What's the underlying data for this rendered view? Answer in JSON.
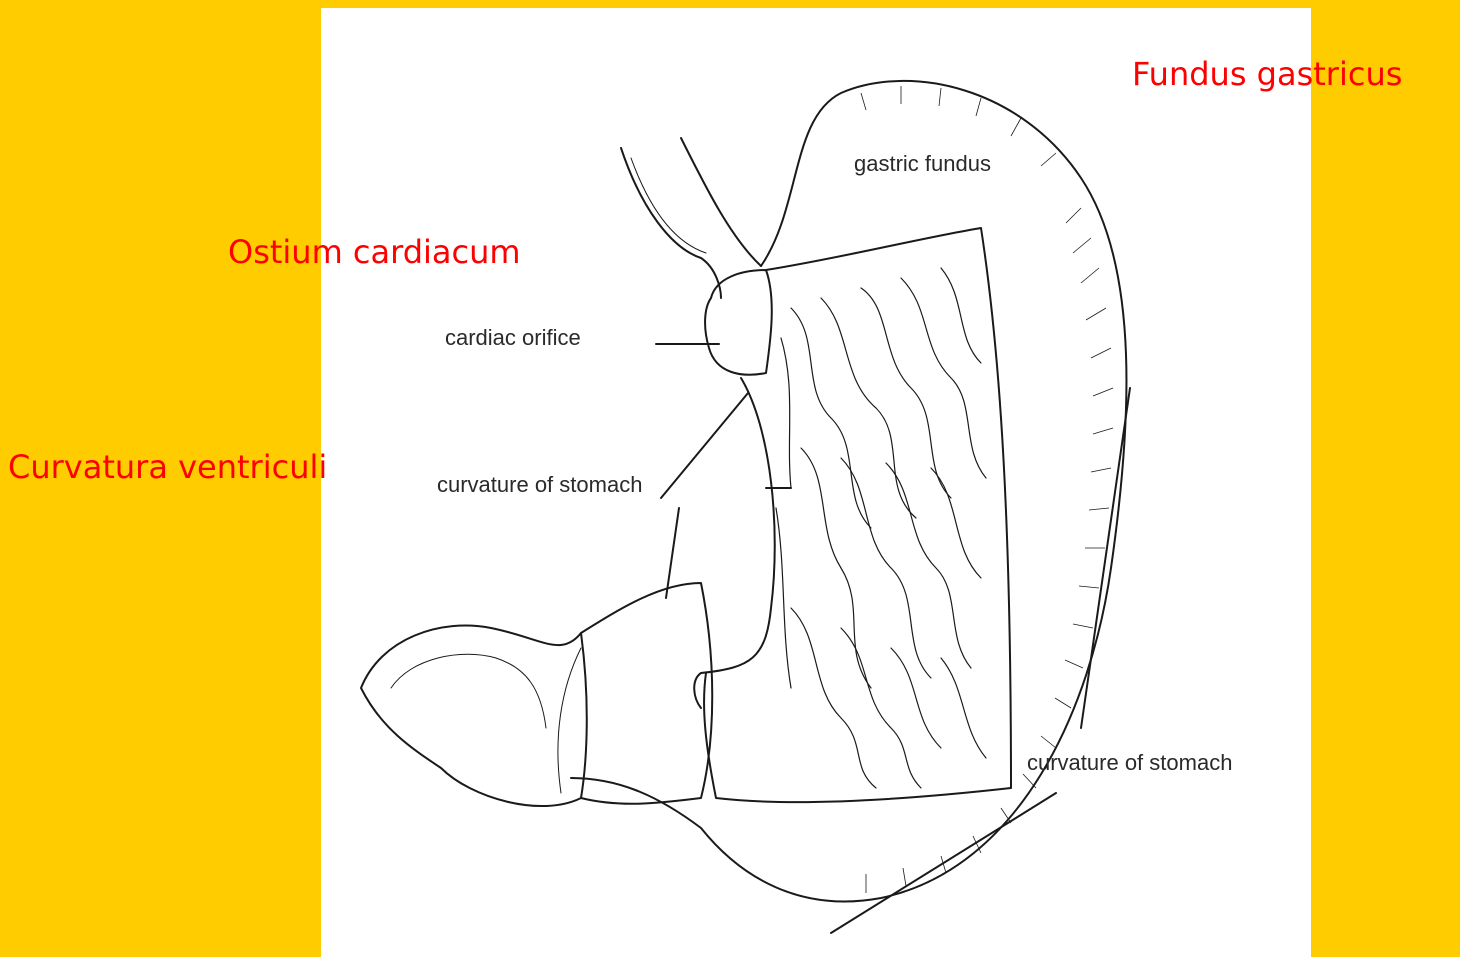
{
  "colors": {
    "background": "#FFCC00",
    "panel": "#FFFFFF",
    "overlay_text": "#FF0000",
    "figure_text": "#2A2A2A",
    "line_art": "#1A1A1A"
  },
  "figure": {
    "illustration": "stomach-line-drawing",
    "labels": {
      "gastric_fundus": "gastric fundus",
      "cardiac_orifice": "cardiac orifice",
      "lesser_curvature": "curvature of stomach",
      "greater_curvature": "curvature of stomach"
    }
  },
  "overlay_labels": {
    "fundus": "Fundus gastricus",
    "ostium": "Ostium cardiacum",
    "curvatura": "Curvatura ventriculi"
  }
}
